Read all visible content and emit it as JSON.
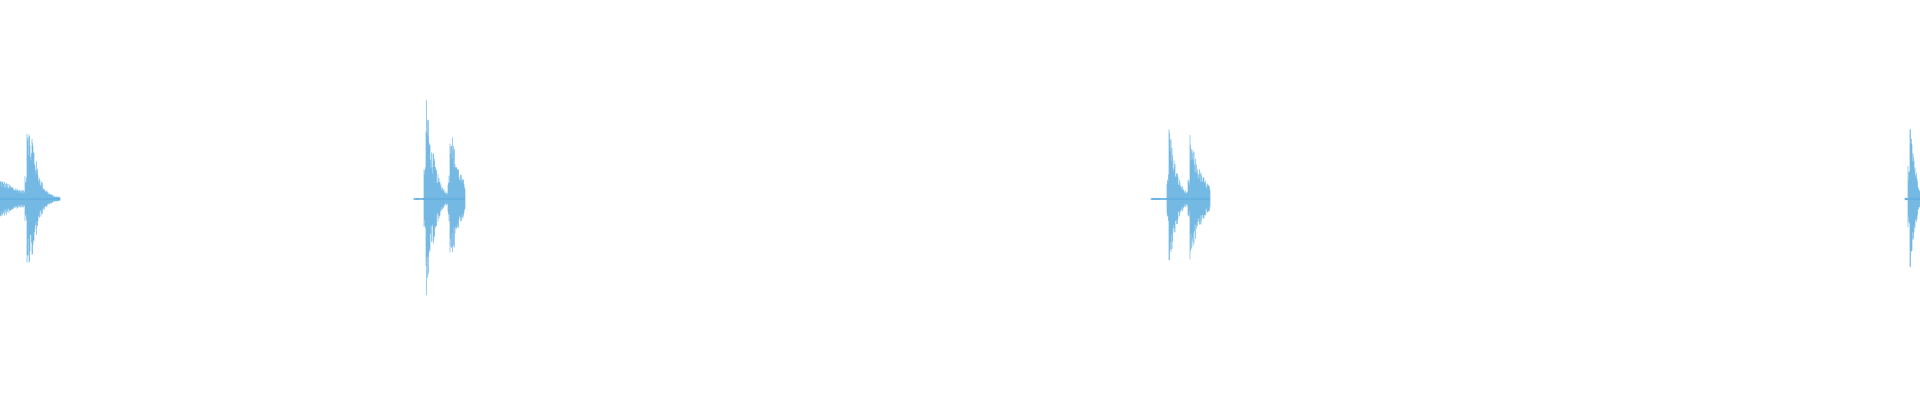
{
  "waveform": {
    "color": "#5aaae0",
    "background": "#ffffff",
    "bursts": [
      {
        "id": "burst-1",
        "peak_amplitude": 0.8
      },
      {
        "id": "burst-2",
        "peak_amplitude": 1.0
      },
      {
        "id": "burst-3",
        "peak_amplitude": 0.72
      },
      {
        "id": "burst-4",
        "peak_amplitude": 0.98
      }
    ]
  }
}
